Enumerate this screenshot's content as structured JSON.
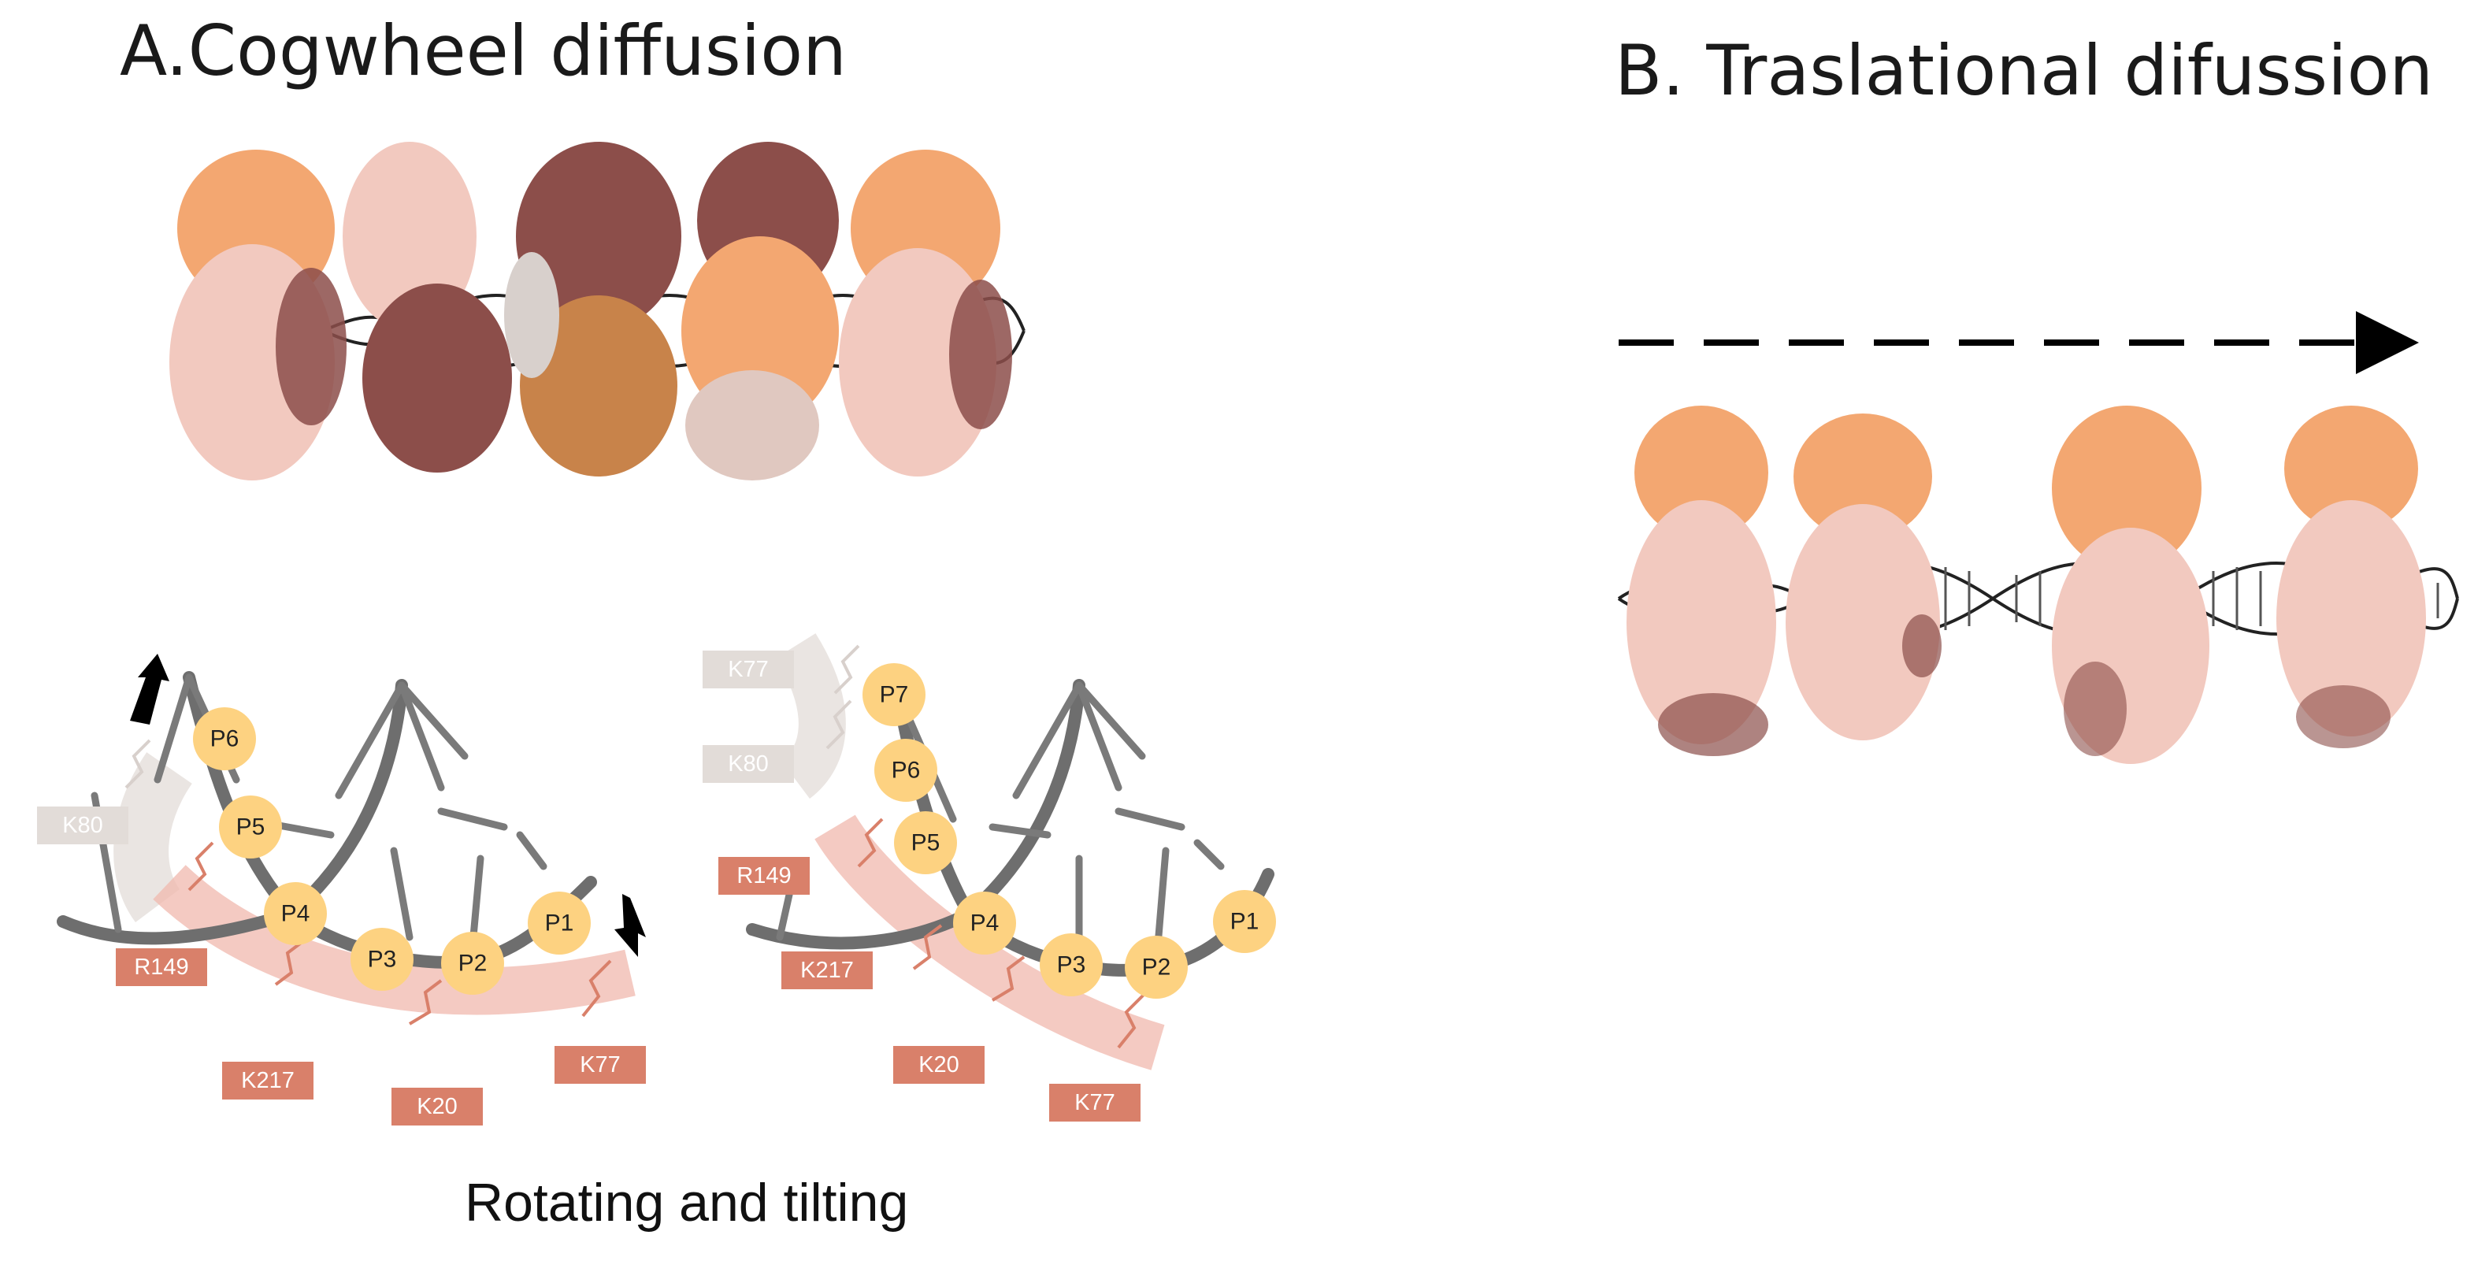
{
  "panel_a": {
    "title": "A.Cogwheel diffusion",
    "caption": "Rotating and tilting"
  },
  "panel_b": {
    "title": "B. Traslational difussion"
  },
  "left_schematic": {
    "beads": [
      "P6",
      "P5",
      "P4",
      "P3",
      "P2",
      "P1"
    ],
    "residues": [
      "K80",
      "R149",
      "K217",
      "K20",
      "K77"
    ]
  },
  "right_schematic": {
    "beads": [
      "P7",
      "P6",
      "P5",
      "P4",
      "P3",
      "P2",
      "P1"
    ],
    "residues": [
      "K77",
      "K80",
      "R149",
      "K217",
      "K20",
      "K77"
    ]
  },
  "colors": {
    "orange": "#f3a771",
    "pink": "#f2c9bf",
    "brown": "#8c4e4a",
    "bead": "#fdd281",
    "residue": "#d9806a",
    "residue_faded": "#e2dcd8",
    "backbone": "#6e6e6e"
  }
}
